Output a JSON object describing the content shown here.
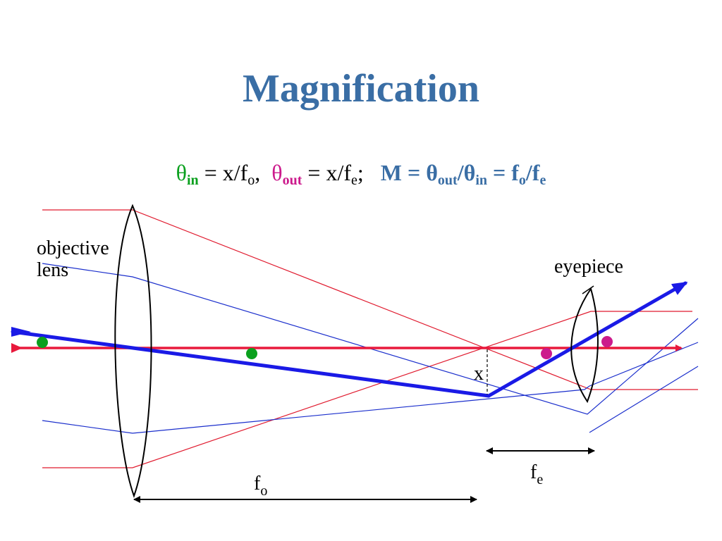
{
  "slide": {
    "title": "Magnification"
  },
  "formula": {
    "theta": "θ",
    "sub_in": "in",
    "sub_out": "out",
    "part1_eq": " = x/f",
    "sub_o": "o",
    "comma": ",",
    "part2_eq": " = x/f",
    "sub_e": "e",
    "semicolon": ";",
    "m_eq": "M = ",
    "slash": "/",
    "eq": " = f",
    "f": "f"
  },
  "labels": {
    "objective_line1": "objective",
    "objective_line2": "lens",
    "eyepiece": "eyepiece",
    "x": "x",
    "f_letter": "f",
    "fo_sub": "o",
    "fe_sub": "e"
  },
  "colors": {
    "title": "#3a6ea5",
    "theta_in": "#0aa01e",
    "theta_out": "#cc1a8c",
    "magnification": "#3a6ea5",
    "red_ray": "#e8193c",
    "blue_ray": "#1a1ae6",
    "thin_red": "#e01a2e",
    "thin_blue": "#1a2ecc",
    "green_point": "#0aa01e",
    "magenta_point": "#cc1a8c"
  }
}
